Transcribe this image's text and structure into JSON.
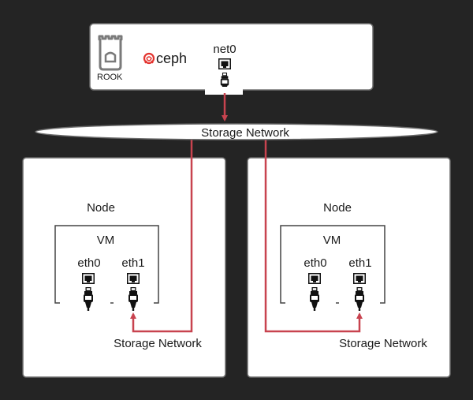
{
  "colors": {
    "background": "#242424",
    "box_fill": "#ffffff",
    "box_stroke": "#6b6b6b",
    "link": "#c8434f",
    "text": "#1a1a1a",
    "rook_gray": "#7a7a7a",
    "ceph_red": "#e3342f"
  },
  "rook_box": {
    "rook_label": "ROOK",
    "ceph_label": "ceph",
    "port_label": "net0",
    "icons": [
      "rook-logo-icon",
      "ceph-logo-icon",
      "ethernet-port-icon",
      "ethernet-plug-icon"
    ]
  },
  "storage_network": {
    "label": "Storage Network"
  },
  "nodes": [
    {
      "title": "Node",
      "vm": {
        "title": "VM",
        "ports": [
          {
            "label": "eth0"
          },
          {
            "label": "eth1"
          }
        ]
      },
      "network_label": "Storage Network"
    },
    {
      "title": "Node",
      "vm": {
        "title": "VM",
        "ports": [
          {
            "label": "eth0"
          },
          {
            "label": "eth1"
          }
        ]
      },
      "network_label": "Storage Network"
    }
  ]
}
